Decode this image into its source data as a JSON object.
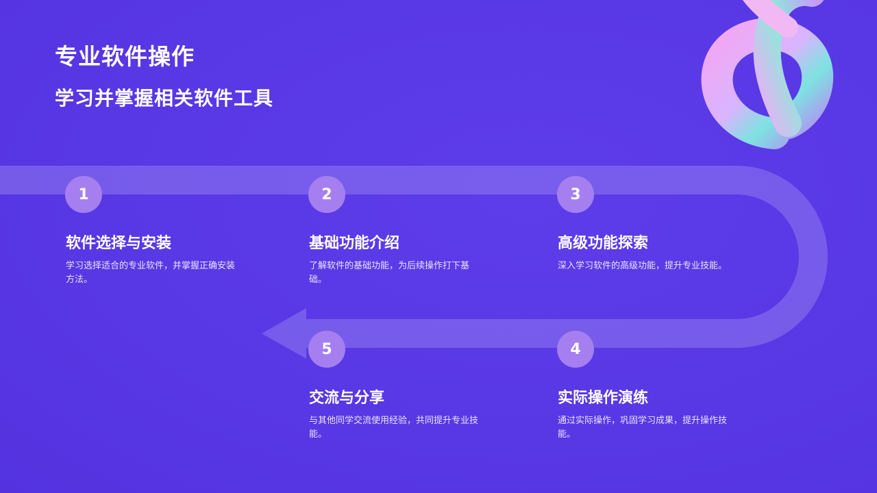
{
  "title": "专业软件操作",
  "subtitle": "学习并掌握相关软件工具",
  "colors": {
    "background": "#5a3ae6",
    "track": "#8066ec",
    "number_circle": "#a57ff0",
    "text": "#ffffff"
  },
  "steps": [
    {
      "number": "1",
      "title": "软件选择与安装",
      "desc": "学习选择适合的专业软件，并掌握正确安装方法。"
    },
    {
      "number": "2",
      "title": "基础功能介绍",
      "desc": "了解软件的基础功能，为后续操作打下基础。"
    },
    {
      "number": "3",
      "title": "高级功能探索",
      "desc": "深入学习软件的高级功能，提升专业技能。"
    },
    {
      "number": "4",
      "title": "实际操作演练",
      "desc": "通过实际操作，巩固学习成果，提升操作技能。"
    },
    {
      "number": "5",
      "title": "交流与分享",
      "desc": "与其他同学交流使用经验，共同提升专业技能。"
    }
  ]
}
